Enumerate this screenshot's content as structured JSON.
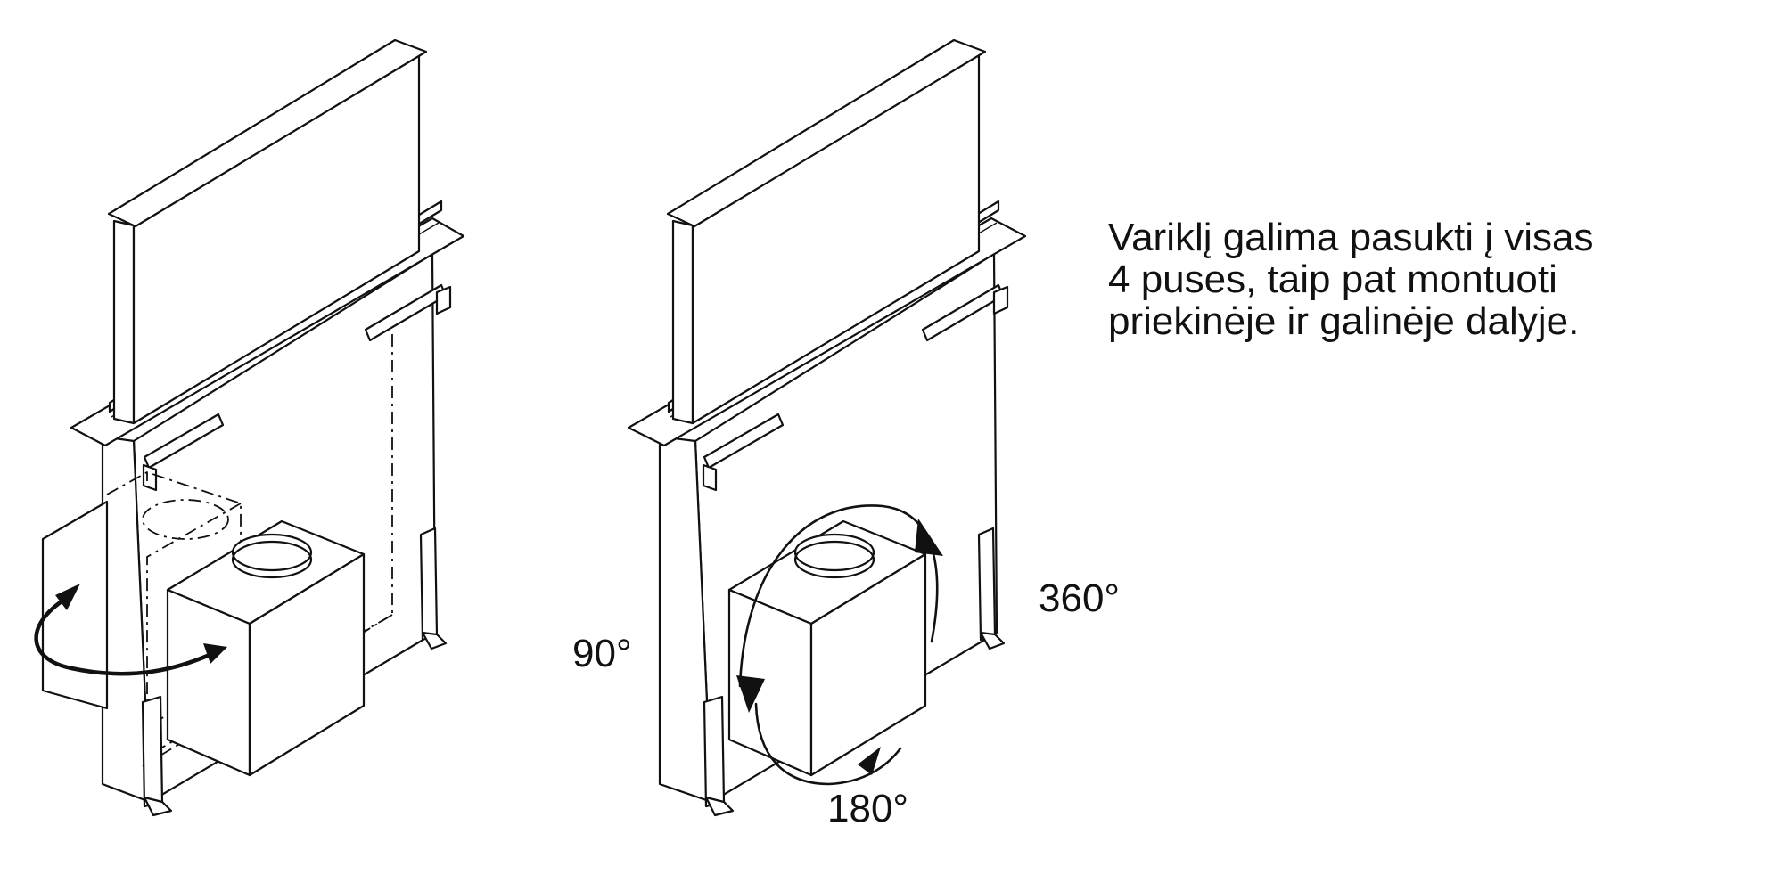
{
  "caption": {
    "lines": [
      "Variklį galima pasukti į visas",
      "4 puses, taip pat montuoti",
      "priekinėje ir galinėje dalyje."
    ]
  },
  "angles": {
    "a90": "90°",
    "a180": "180°",
    "a360": "360°"
  }
}
